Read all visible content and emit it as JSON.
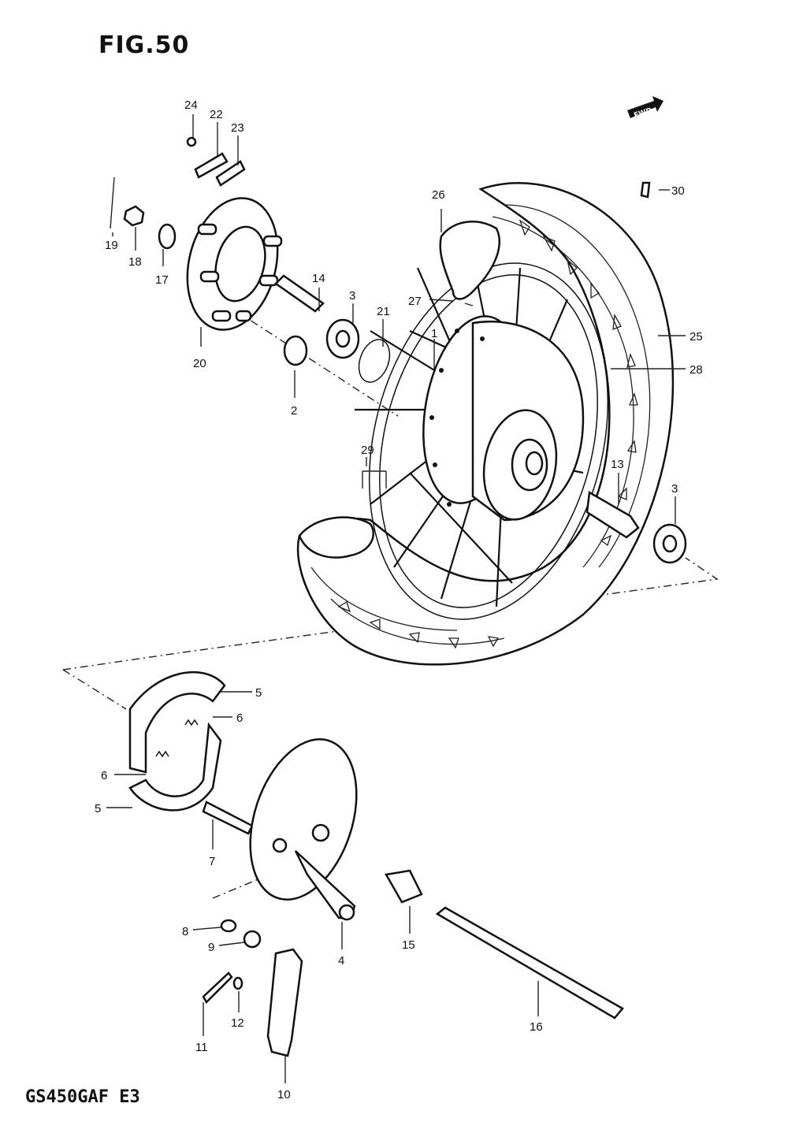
{
  "header": {
    "title": "FIG.50"
  },
  "footer": {
    "model": "GS450GAF E3"
  },
  "badge": {
    "fwd": "FWD"
  },
  "callouts": {
    "c1": "1",
    "c2": "2",
    "c3a": "3",
    "c3b": "3",
    "c4": "4",
    "c5a": "5",
    "c5b": "5",
    "c6a": "6",
    "c6b": "6",
    "c7": "7",
    "c8": "8",
    "c9": "9",
    "c10": "10",
    "c11": "11",
    "c12": "12",
    "c13": "13",
    "c14": "14",
    "c15": "15",
    "c16": "16",
    "c17": "17",
    "c18": "18",
    "c19": "19",
    "c20": "20",
    "c21": "21",
    "c22": "22",
    "c23": "23",
    "c24": "24",
    "c25": "25",
    "c26": "26",
    "c27": "27",
    "c28": "28",
    "c29": "29",
    "c30": "30"
  }
}
